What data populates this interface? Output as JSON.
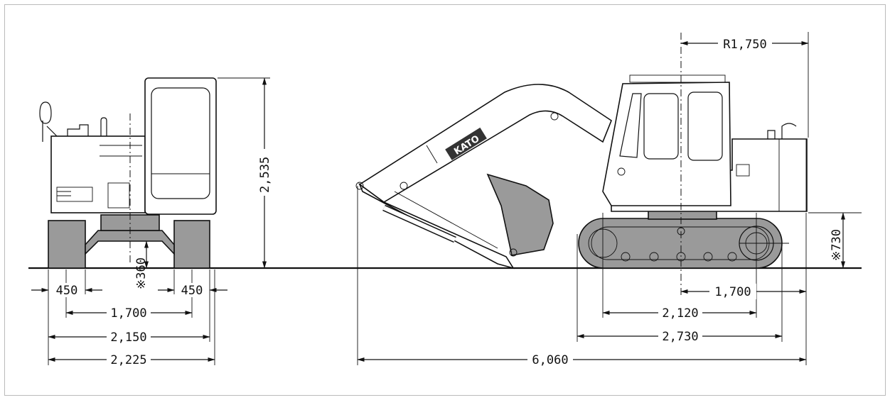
{
  "dimensions": {
    "front_track_width_left": "450",
    "front_track_width_right": "450",
    "front_ground_clearance": "※360",
    "front_track_gauge": "1,700",
    "front_track_overall_width": "2,150",
    "front_overall_width": "2,225",
    "overall_height": "2,535",
    "tail_swing_radius": "R1,750",
    "counterweight_clearance": "※730",
    "rear_end_distance": "1,700",
    "tumbler_center_distance": "2,120",
    "track_length": "2,730",
    "overall_length": "6,060"
  },
  "logo_text": "KATO",
  "colors": {
    "line": "#111111",
    "track_fill": "#9a9a9a",
    "background": "#ffffff",
    "border": "#bbbbbb"
  }
}
